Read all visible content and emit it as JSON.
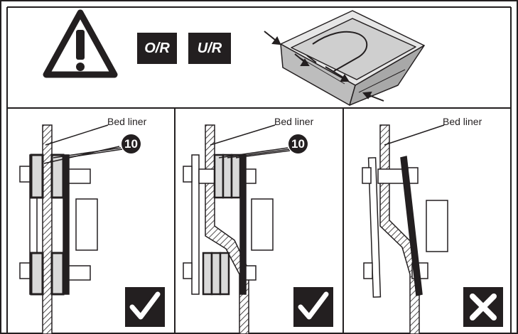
{
  "badges": [
    "O/R",
    "U/R"
  ],
  "panels": [
    {
      "label": "Bed liner",
      "callout": "10",
      "result": "correct"
    },
    {
      "label": "Bed liner",
      "callout": "10",
      "result": "correct"
    },
    {
      "label": "Bed liner",
      "callout": null,
      "result": "incorrect"
    }
  ],
  "icons": {
    "warning": "warning-triangle-icon",
    "correct": "check-icon",
    "incorrect": "x-icon"
  },
  "colors": {
    "ink": "#231f20",
    "paper": "#ffffff",
    "fill": "#d9d9d9"
  }
}
